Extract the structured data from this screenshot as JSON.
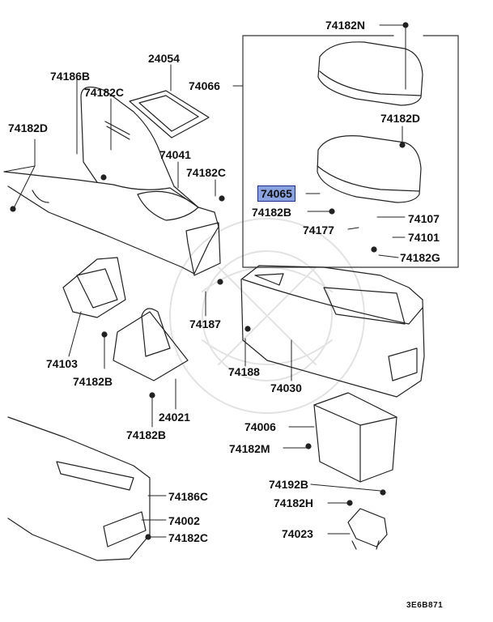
{
  "highlight_color": "#8aa2e0",
  "labels": {
    "p74182N": "74182N",
    "p24054": "24054",
    "p74186B": "74186B",
    "p74182C_a": "74182C",
    "p74066": "74066",
    "p74182D_a": "74182D",
    "p74182D_b": "74182D",
    "p74041": "74041",
    "p74182C_b": "74182C",
    "p74065": "74065",
    "p74182B_a": "74182B",
    "p74107": "74107",
    "p74177": "74177",
    "p74101": "74101",
    "p74182G": "74182G",
    "p74187": "74187",
    "p74103": "74103",
    "p74182B_b": "74182B",
    "p74188": "74188",
    "p74030": "74030",
    "p24021": "24021",
    "p74182B_c": "74182B",
    "p74006": "74006",
    "p74182M": "74182M",
    "p74186C": "74186C",
    "p74002": "74002",
    "p74182C_c": "74182C",
    "p74192B": "74192B",
    "p74182H": "74182H",
    "p74023": "74023",
    "diagram_code": "3E6B871"
  }
}
